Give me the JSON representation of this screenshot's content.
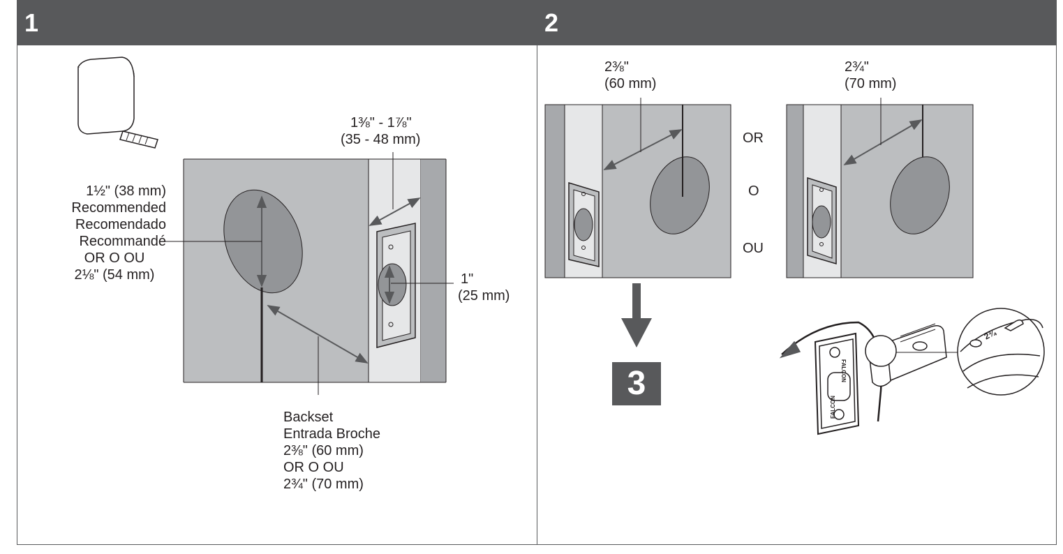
{
  "steps": {
    "one": {
      "number": "1",
      "hole_diameter": [
        "1½\" (38 mm)",
        "Recommended",
        "Recomendado",
        "Recommandé",
        "OR  O  OU",
        "2⅛\" (54 mm)"
      ],
      "door_thickness": [
        "1⅜\" - 1⅞\"",
        "(35 - 48 mm)"
      ],
      "latch_bore": [
        "1\"",
        "(25 mm)"
      ],
      "backset": [
        "Backset",
        "Entrada  Broche",
        "2⅜\" (60 mm)",
        "OR  O  OU",
        "2¾\" (70 mm)"
      ]
    },
    "two": {
      "number": "2",
      "backset_short": [
        "2⅜\"",
        "(60 mm)"
      ],
      "backset_long": [
        "2¾\"",
        "(70 mm)"
      ],
      "or_words": [
        "OR",
        "O",
        "OU"
      ],
      "next_step": "3",
      "latch_brand": "FALCON",
      "latch_marking": "2¾"
    }
  },
  "colors": {
    "header": "#58595b",
    "door": "#bcbec0",
    "hole": "#939598",
    "edge": "#e6e7e8",
    "jamb": "#a7a9ac"
  }
}
